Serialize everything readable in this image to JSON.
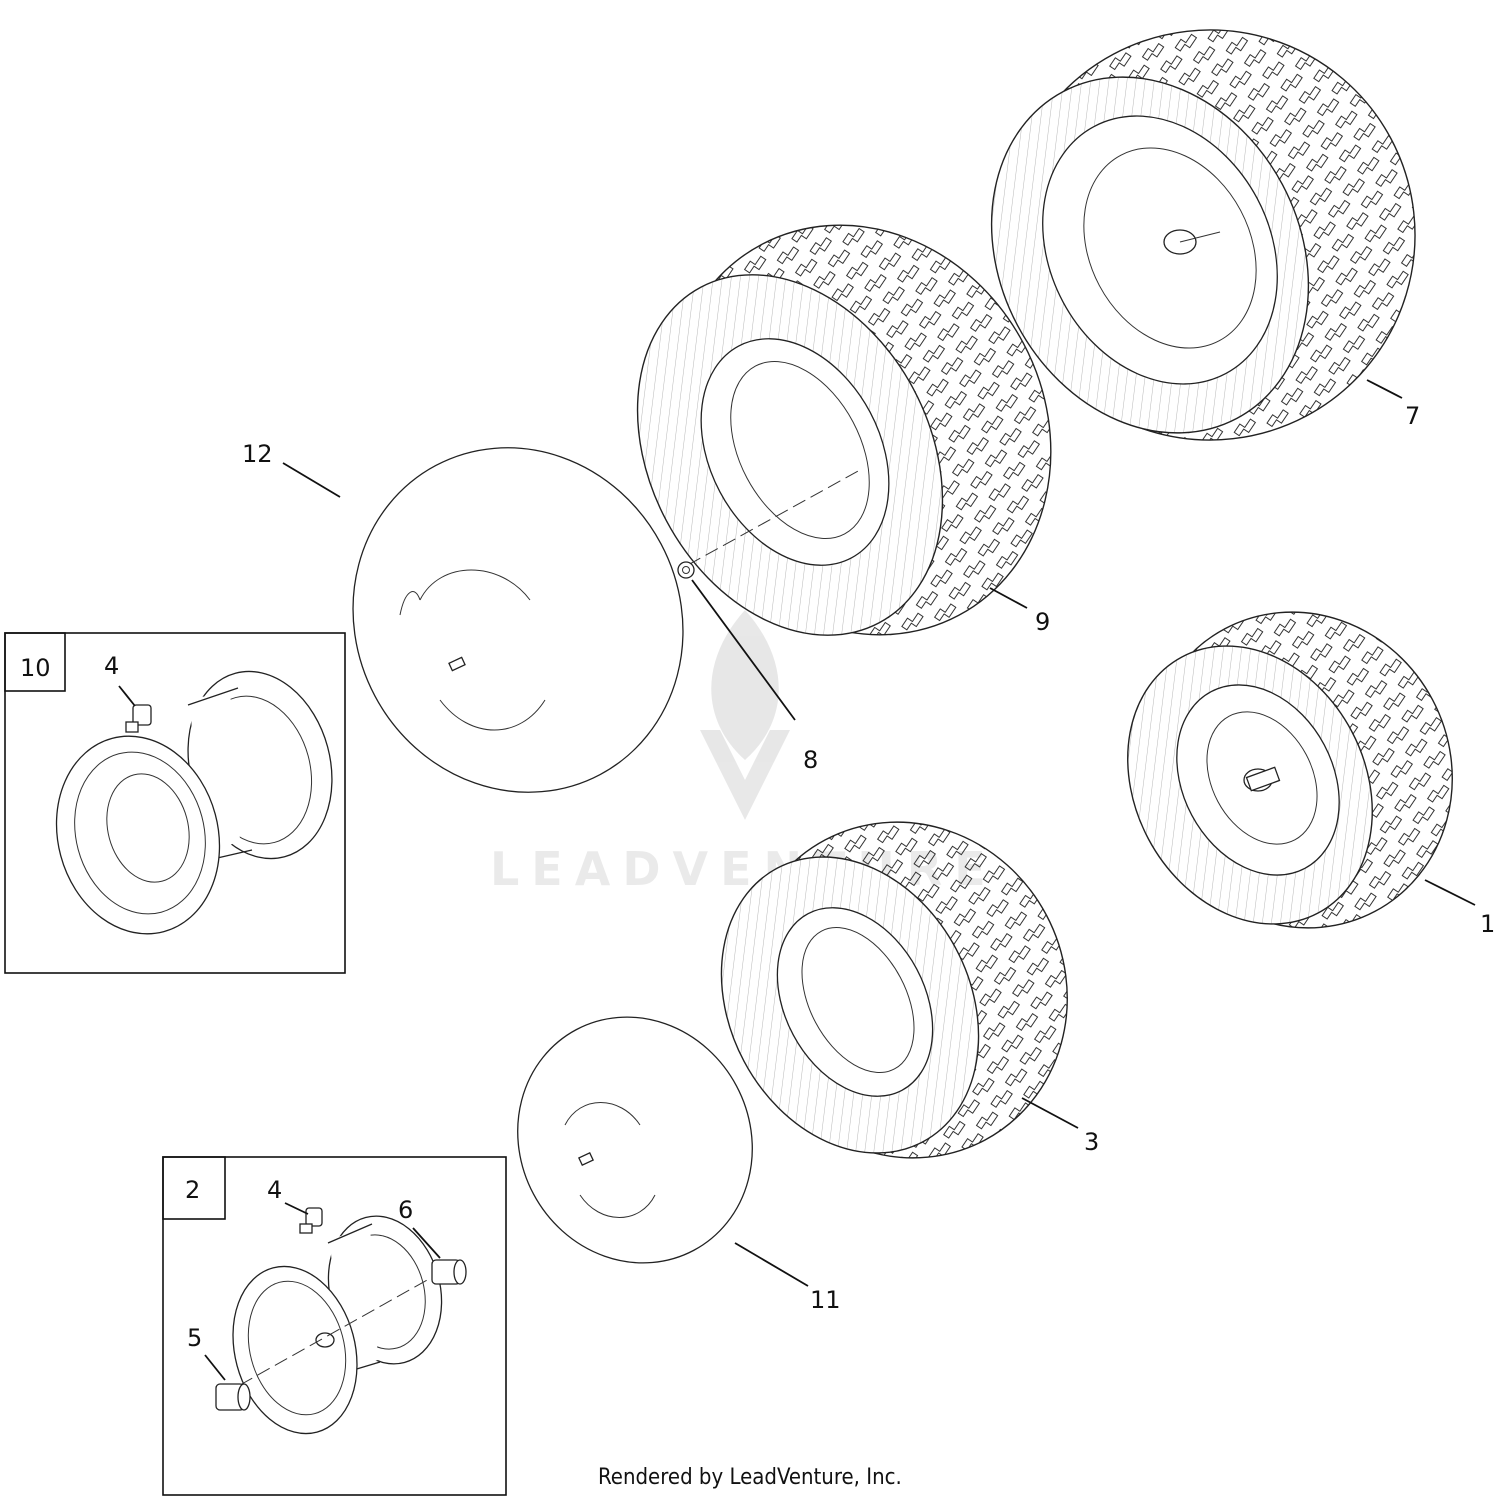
{
  "callouts": {
    "c1": "1",
    "c2": "2",
    "c3": "3",
    "c4a": "4",
    "c4b": "4",
    "c5": "5",
    "c6": "6",
    "c7": "7",
    "c8": "8",
    "c9": "9",
    "c10": "10",
    "c11": "11",
    "c12": "12"
  },
  "watermark": "LEADVENTURE",
  "footer": "Rendered by LeadVenture, Inc."
}
